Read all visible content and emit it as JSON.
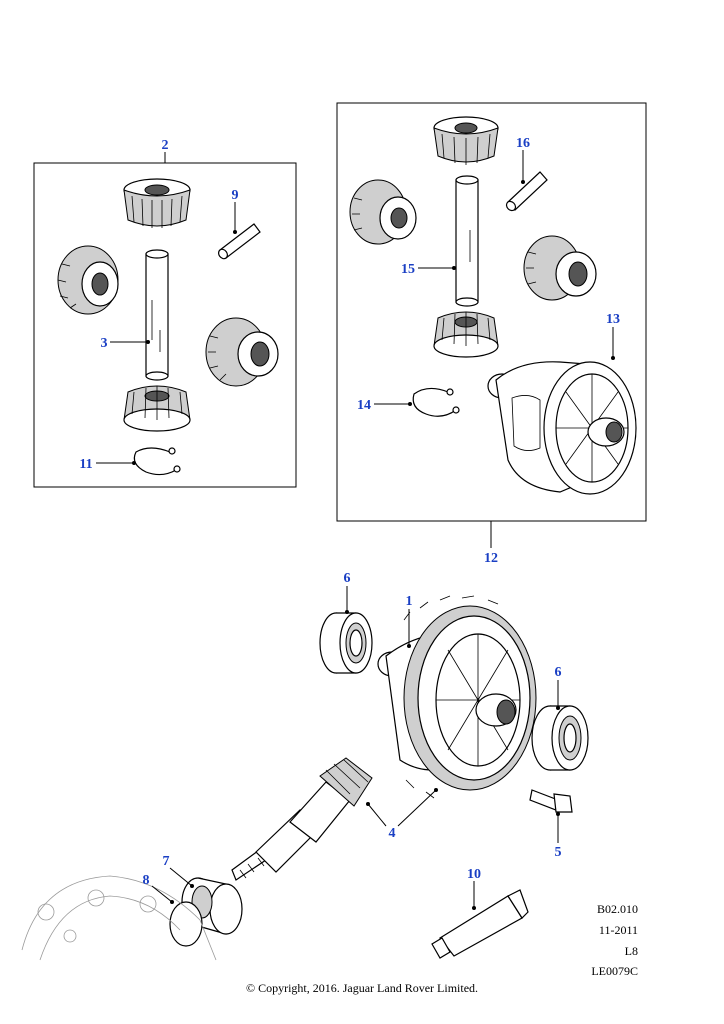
{
  "callouts": {
    "c1": "1",
    "c2": "2",
    "c3": "3",
    "c4": "4",
    "c5": "5",
    "c6a": "6",
    "c6b": "6",
    "c7": "7",
    "c8": "8",
    "c9": "9",
    "c10": "10",
    "c11": "11",
    "c12": "12",
    "c13": "13",
    "c14": "14",
    "c15": "15",
    "c16": "16"
  },
  "meta": {
    "ref": "B02.010",
    "date": "11-2011",
    "code": "L8",
    "illustration_id": "LE0079C"
  },
  "copyright": "© Copyright, 2016. Jaguar Land Rover Limited.",
  "colors": {
    "callout": "#1a3fc4",
    "line": "#000000",
    "fill": "#cfcfcf"
  }
}
